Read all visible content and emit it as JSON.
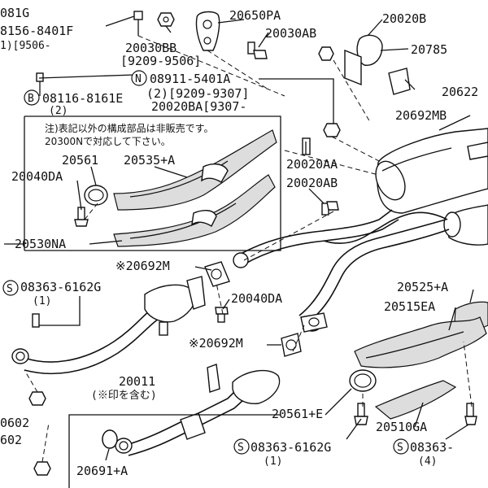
{
  "labels": {
    "top_left_code": "081G",
    "l_08156": "8156-8401F",
    "l_08156_sub": "1)[9506-",
    "l_20030bb": "20030BB",
    "l_9209_9506": "[9209-9506]",
    "l_20650pa": "20650PA",
    "l_20030ab": "20030AB",
    "l_20020b": "20020B",
    "l_20785": "20785",
    "l_20622": "20622",
    "l_08911": "08911-5401A",
    "l_08911_sub": "(2)[9209-9307]",
    "l_20020ba": "20020BA[9307-",
    "l_08116": "08116-8161E",
    "l_08116_sub": "(2)",
    "l_20692mb": "20692MB",
    "note_line1": "注)表記以外の構成部品は非販売です。",
    "note_line2": "20300Nで対応して下さい。",
    "l_20561": "20561",
    "l_20535a": "20535+A",
    "l_20040da_top": "20040DA",
    "l_20020aa": "20020AA",
    "l_20020ab": "20020AB",
    "l_20530na": "20530NA",
    "l_20692m_1": "※20692M",
    "l_08363_left": "08363-6162G",
    "l_08363_left_sub": "(1)",
    "l_20040da_mid": "20040DA",
    "l_20525a": "20525+A",
    "l_20515ea": "20515EA",
    "l_20692m_2": "※20692M",
    "l_20011": "20011",
    "l_20011_sub": "(※印を含む)",
    "l_20602_a": "0602",
    "l_20602_b": "602",
    "l_20561e": "20561+E",
    "l_20510ga": "20510GA",
    "l_08363_bottom": "08363-6162G",
    "l_08363_bottom_sub": "(1)",
    "l_08363_right": "08363-",
    "l_08363_right_sub": "(4)",
    "l_20691a": "20691+A",
    "circle_s": "S",
    "circle_b": "B",
    "circle_n": "N"
  }
}
